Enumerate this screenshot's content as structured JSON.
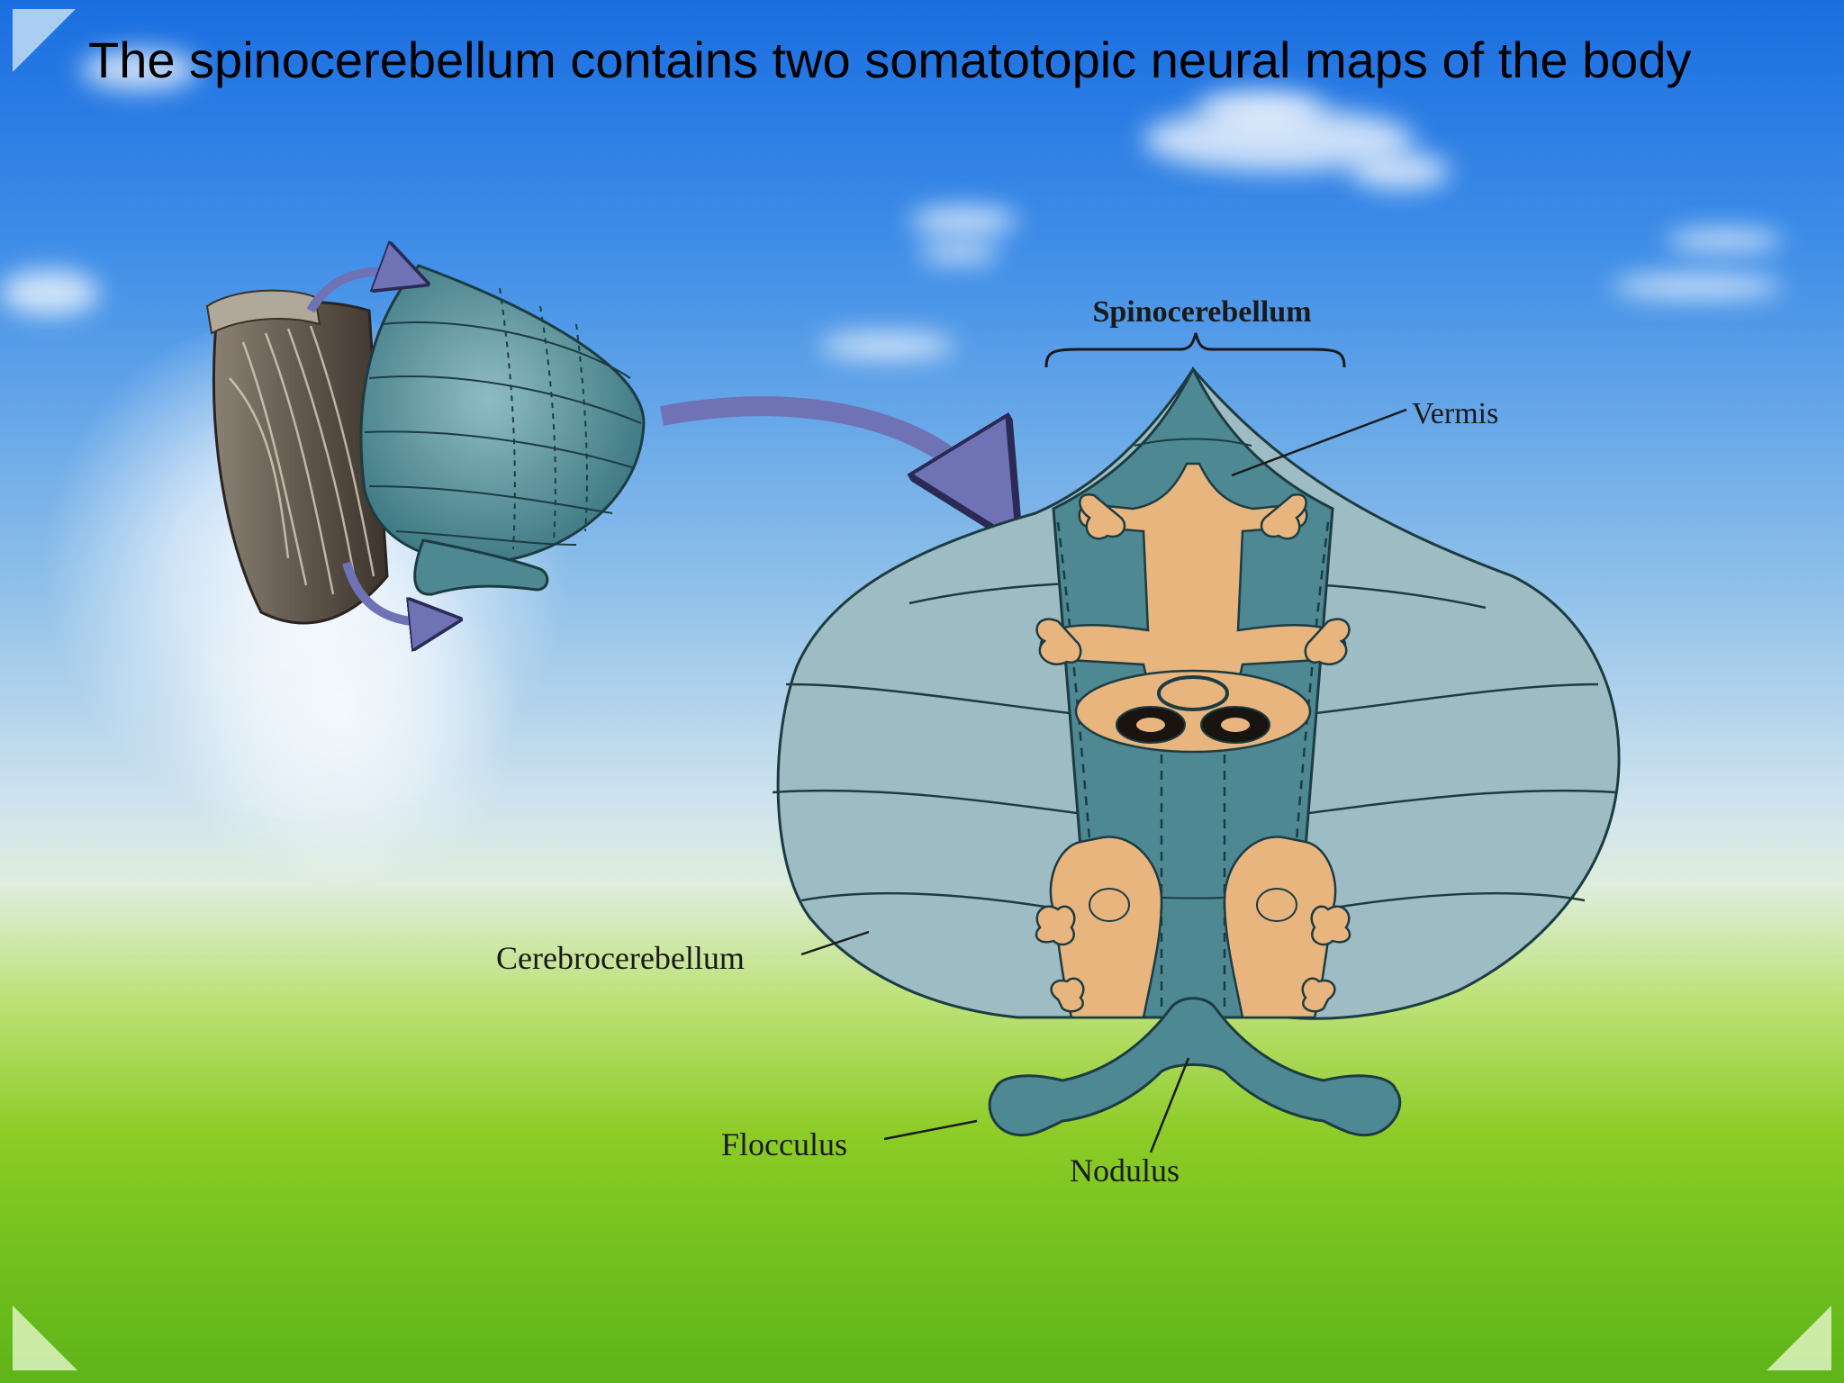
{
  "slide": {
    "title": "The spinocerebellum contains two somatotopic neural maps of the body"
  },
  "diagram": {
    "labels": {
      "spinocerebellum": "Spinocerebellum",
      "vermis": "Vermis",
      "cerebrocerebellum": "Cerebrocerebellum",
      "flocculus": "Flocculus",
      "nodulus": "Nodulus"
    }
  },
  "colors": {
    "cerebellum_dark": "#3f7c88",
    "cerebellum_light": "#9dbcc3",
    "body_map": "#e8b57f",
    "arrow": "#6f72b4"
  }
}
